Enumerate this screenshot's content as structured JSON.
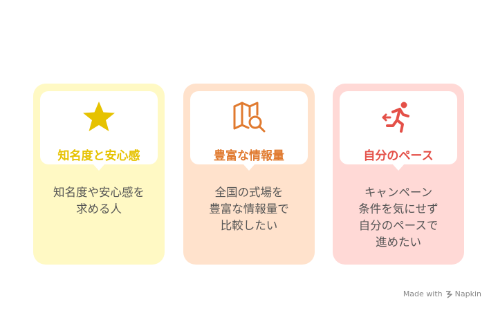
{
  "colors": {
    "card1_bg": "#fff9c4",
    "card1_accent": "#e6c200",
    "card2_bg": "#ffe2cc",
    "card2_accent": "#e07a2f",
    "card3_bg": "#ffd9d6",
    "card3_accent": "#e45048"
  },
  "cards": [
    {
      "icon": "star-icon",
      "title": "知名度と安心感",
      "desc_lines": [
        "知名度や安心感を",
        "求める人"
      ]
    },
    {
      "icon": "map-search-icon",
      "title": "豊富な情報量",
      "desc_lines": [
        "全国の式場を",
        "豊富な情報量で",
        "比較したい"
      ]
    },
    {
      "icon": "running-person-icon",
      "title": "自分のペース",
      "desc_lines": [
        "キャンペーン",
        "条件を気にせず",
        "自分のペースで",
        "進めたい"
      ]
    }
  ],
  "footer": {
    "made_with": "Made with",
    "brand": "Napkin"
  }
}
